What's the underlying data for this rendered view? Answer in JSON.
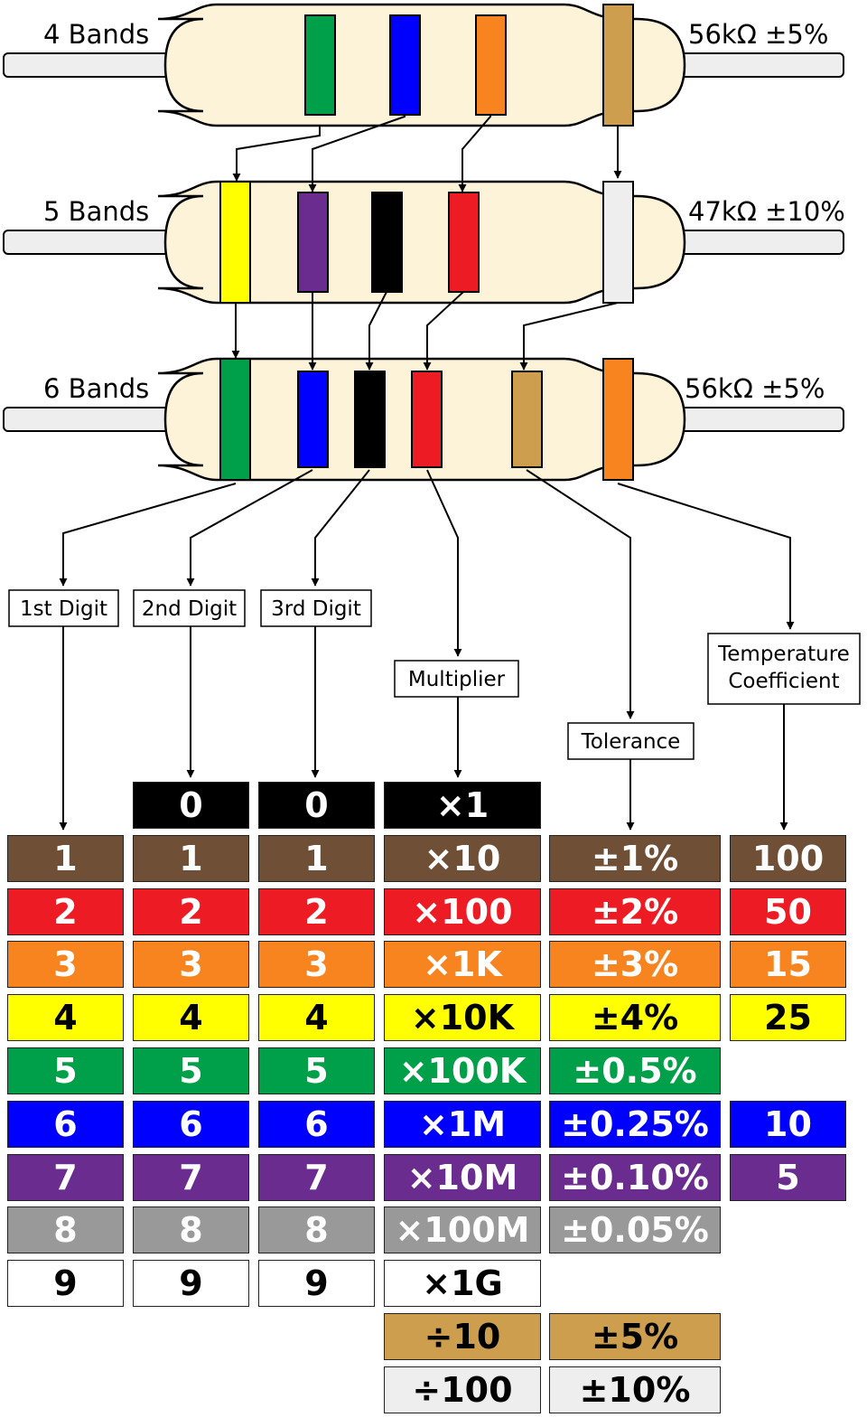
{
  "resistors": [
    {
      "label": "4 Bands",
      "value": "56kΩ ±5%",
      "bands": [
        "#00a04a",
        "#0000ff",
        "#f7841e",
        "#cd9e4e"
      ]
    },
    {
      "label": "5 Bands",
      "value": "47kΩ ±10%",
      "bands": [
        "#ffff00",
        "#6a2c8f",
        "#000000",
        "#ed1c24",
        "#eeeeee"
      ]
    },
    {
      "label": "6 Bands",
      "value": "56kΩ ±5%",
      "bands": [
        "#00a04a",
        "#0000ff",
        "#000000",
        "#ed1c24",
        "#cd9e4e",
        "#f7841e"
      ]
    }
  ],
  "categories": {
    "first_digit": "1st Digit",
    "second_digit": "2nd Digit",
    "third_digit": "3rd Digit",
    "multiplier": "Multiplier",
    "tolerance": "Tolerance",
    "temp_coefficient_line1": "Temperature",
    "temp_coefficient_line2": "Coefficient"
  },
  "colors": {
    "black": "#000000",
    "brown": "#6f4f35",
    "red": "#ed1c24",
    "orange": "#f7841e",
    "yellow": "#ffff00",
    "green": "#00a04a",
    "blue": "#0000ff",
    "violet": "#6a2c8f",
    "grey": "#999999",
    "white": "#ffffff",
    "gold": "#cd9e4e",
    "silver": "#eeeeee",
    "body": "#fdf3d8"
  },
  "table": {
    "digit_rows": [
      {
        "color": "black",
        "value": "0"
      },
      {
        "color": "brown",
        "value": "1"
      },
      {
        "color": "red",
        "value": "2"
      },
      {
        "color": "orange",
        "value": "3"
      },
      {
        "color": "yellow",
        "value": "4"
      },
      {
        "color": "green",
        "value": "5"
      },
      {
        "color": "blue",
        "value": "6"
      },
      {
        "color": "violet",
        "value": "7"
      },
      {
        "color": "grey",
        "value": "8"
      },
      {
        "color": "white",
        "value": "9"
      }
    ],
    "multiplier": [
      {
        "color": "black",
        "value": "×1"
      },
      {
        "color": "brown",
        "value": "×10"
      },
      {
        "color": "red",
        "value": "×100"
      },
      {
        "color": "orange",
        "value": "×1K"
      },
      {
        "color": "yellow",
        "value": "×10K"
      },
      {
        "color": "green",
        "value": "×100K"
      },
      {
        "color": "blue",
        "value": "×1M"
      },
      {
        "color": "violet",
        "value": "×10M"
      },
      {
        "color": "grey",
        "value": "×100M"
      },
      {
        "color": "white",
        "value": "×1G"
      },
      {
        "color": "gold",
        "value": "÷10"
      },
      {
        "color": "silver",
        "value": "÷100"
      }
    ],
    "tolerance": [
      {
        "color": "brown",
        "value": "±1%"
      },
      {
        "color": "red",
        "value": "±2%"
      },
      {
        "color": "orange",
        "value": "±3%"
      },
      {
        "color": "yellow",
        "value": "±4%"
      },
      {
        "color": "green",
        "value": "±0.5%"
      },
      {
        "color": "blue",
        "value": "±0.25%"
      },
      {
        "color": "violet",
        "value": "±0.10%"
      },
      {
        "color": "grey",
        "value": "±0.05%"
      },
      {
        "color": "gold",
        "value": "±5%"
      },
      {
        "color": "silver",
        "value": "±10%"
      }
    ],
    "temp_coefficient": [
      {
        "color": "brown",
        "value": "100"
      },
      {
        "color": "red",
        "value": "50"
      },
      {
        "color": "orange",
        "value": "15"
      },
      {
        "color": "yellow",
        "value": "25"
      },
      {
        "color": "blue",
        "value": "10"
      },
      {
        "color": "violet",
        "value": "5"
      }
    ]
  }
}
